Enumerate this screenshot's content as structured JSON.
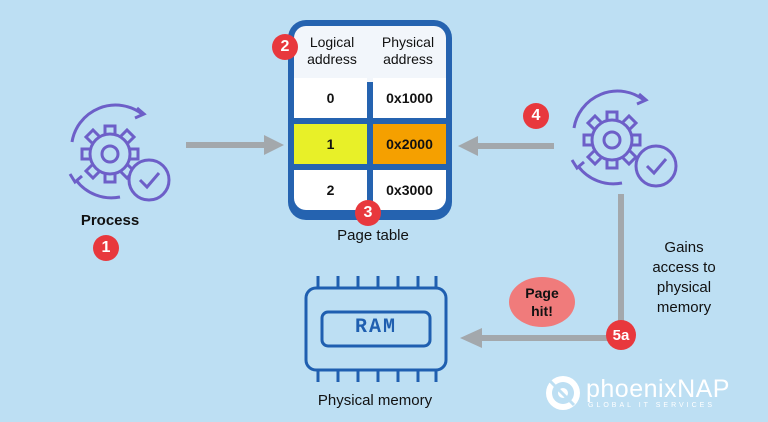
{
  "process": {
    "label": "Process",
    "badge": "1"
  },
  "page_table": {
    "badge_header": "2",
    "badge_bottom": "3",
    "caption": "Page table",
    "headers": {
      "logical": "Logical\naddress",
      "physical": "Physical\naddress"
    },
    "rows": [
      {
        "logical": "0",
        "physical": "0x1000",
        "highlight": false
      },
      {
        "logical": "1",
        "physical": "0x2000",
        "highlight": true
      },
      {
        "logical": "2",
        "physical": "0x3000",
        "highlight": false
      }
    ],
    "colors": {
      "frame": "#2563b0",
      "logical_highlight": "#e8f028",
      "physical_highlight": "#f5a000"
    }
  },
  "lookup": {
    "badge": "4"
  },
  "access": {
    "text": "Gains\naccess to\nphysical\nmemory",
    "badge": "5a"
  },
  "page_hit": {
    "text": "Page\nhit!"
  },
  "memory": {
    "chip_label": "RAM",
    "caption": "Physical memory"
  },
  "brand": {
    "name": "phoenixNAP",
    "tagline": "GLOBAL IT SERVICES"
  },
  "colors": {
    "background": "#bddff3",
    "icon": "#6d5fc8",
    "arrow": "#a3a8ac",
    "badge": "#e8383d",
    "chip": "#1f5fb0"
  }
}
